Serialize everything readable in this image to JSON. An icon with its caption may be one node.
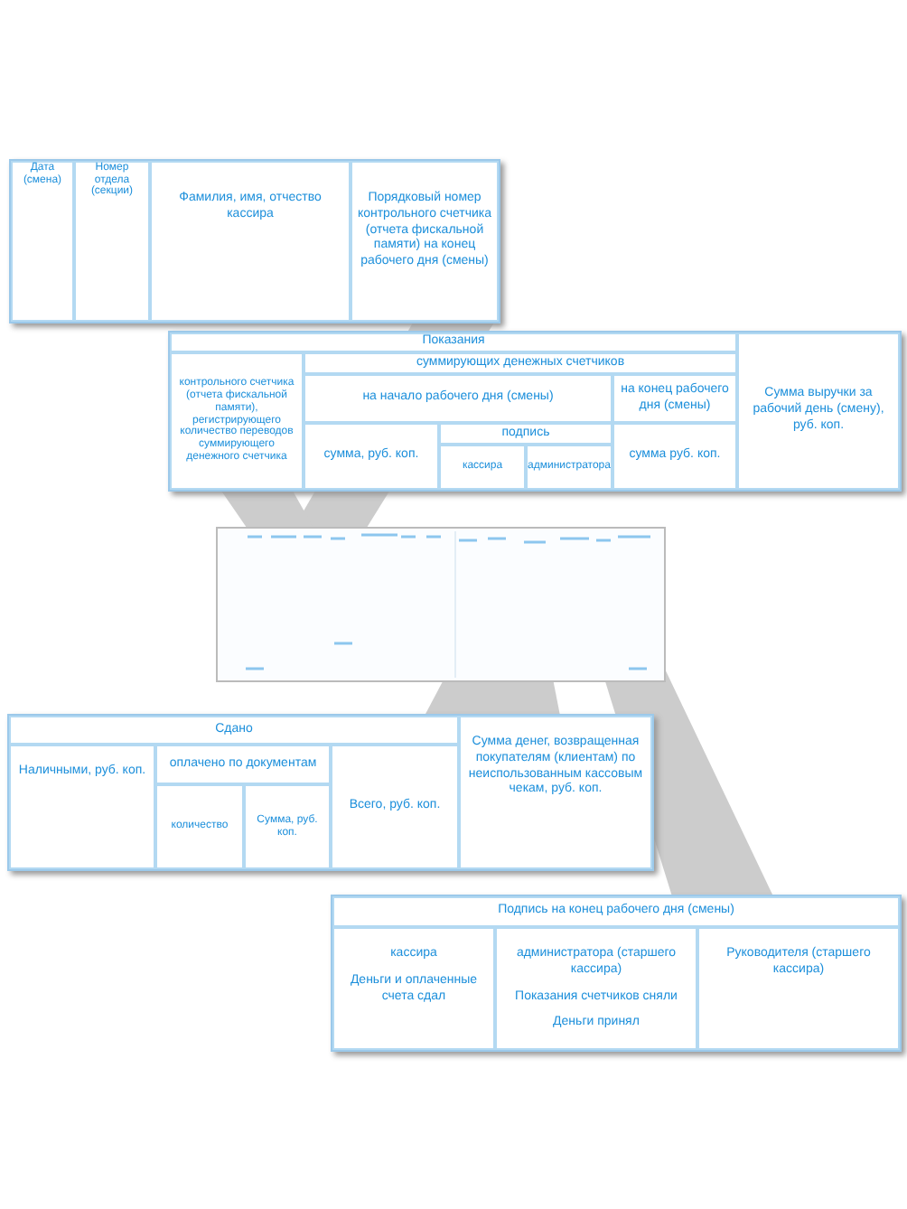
{
  "diagram": {
    "labels": [
      "Дата (смена)",
      "Номер отдела (секции)",
      "Фамилия, имя, отчество кассира",
      "Порядковый номер контрольного счетчика (отчета фискальной памяти) на конец рабочего дня (смены)",
      "Показания",
      "Сумма выручки за рабочий день (смену), руб. коп.",
      "контрольного счетчика (отчета фискальной памяти), регистрирующего количество переводов суммирующего денежного счетчика",
      "суммирующих денежных счетчиков",
      "на начало рабочего дня (смены)",
      "на конец рабочего дня (смены)",
      "сумма, руб. коп.",
      "подпись",
      "сумма руб. коп.",
      "кассира",
      "администратора",
      "Сдано",
      "Сумма денег, возвращенная покупателям (клиентам) по неиспользованным кассовым чекам, руб. коп.",
      "Наличными, руб. коп.",
      "оплачено по документам",
      "Всего, руб. коп.",
      "количество",
      "Сумма, руб. коп.",
      "Подпись на конец рабочего дня (смены)",
      "кассира",
      "Деньги и оплаченные счета сдал",
      "администратора (старшего кассира)",
      "Показания счетчиков сняли",
      "Деньги принял",
      "Руководителя (старшего кассира)"
    ]
  }
}
